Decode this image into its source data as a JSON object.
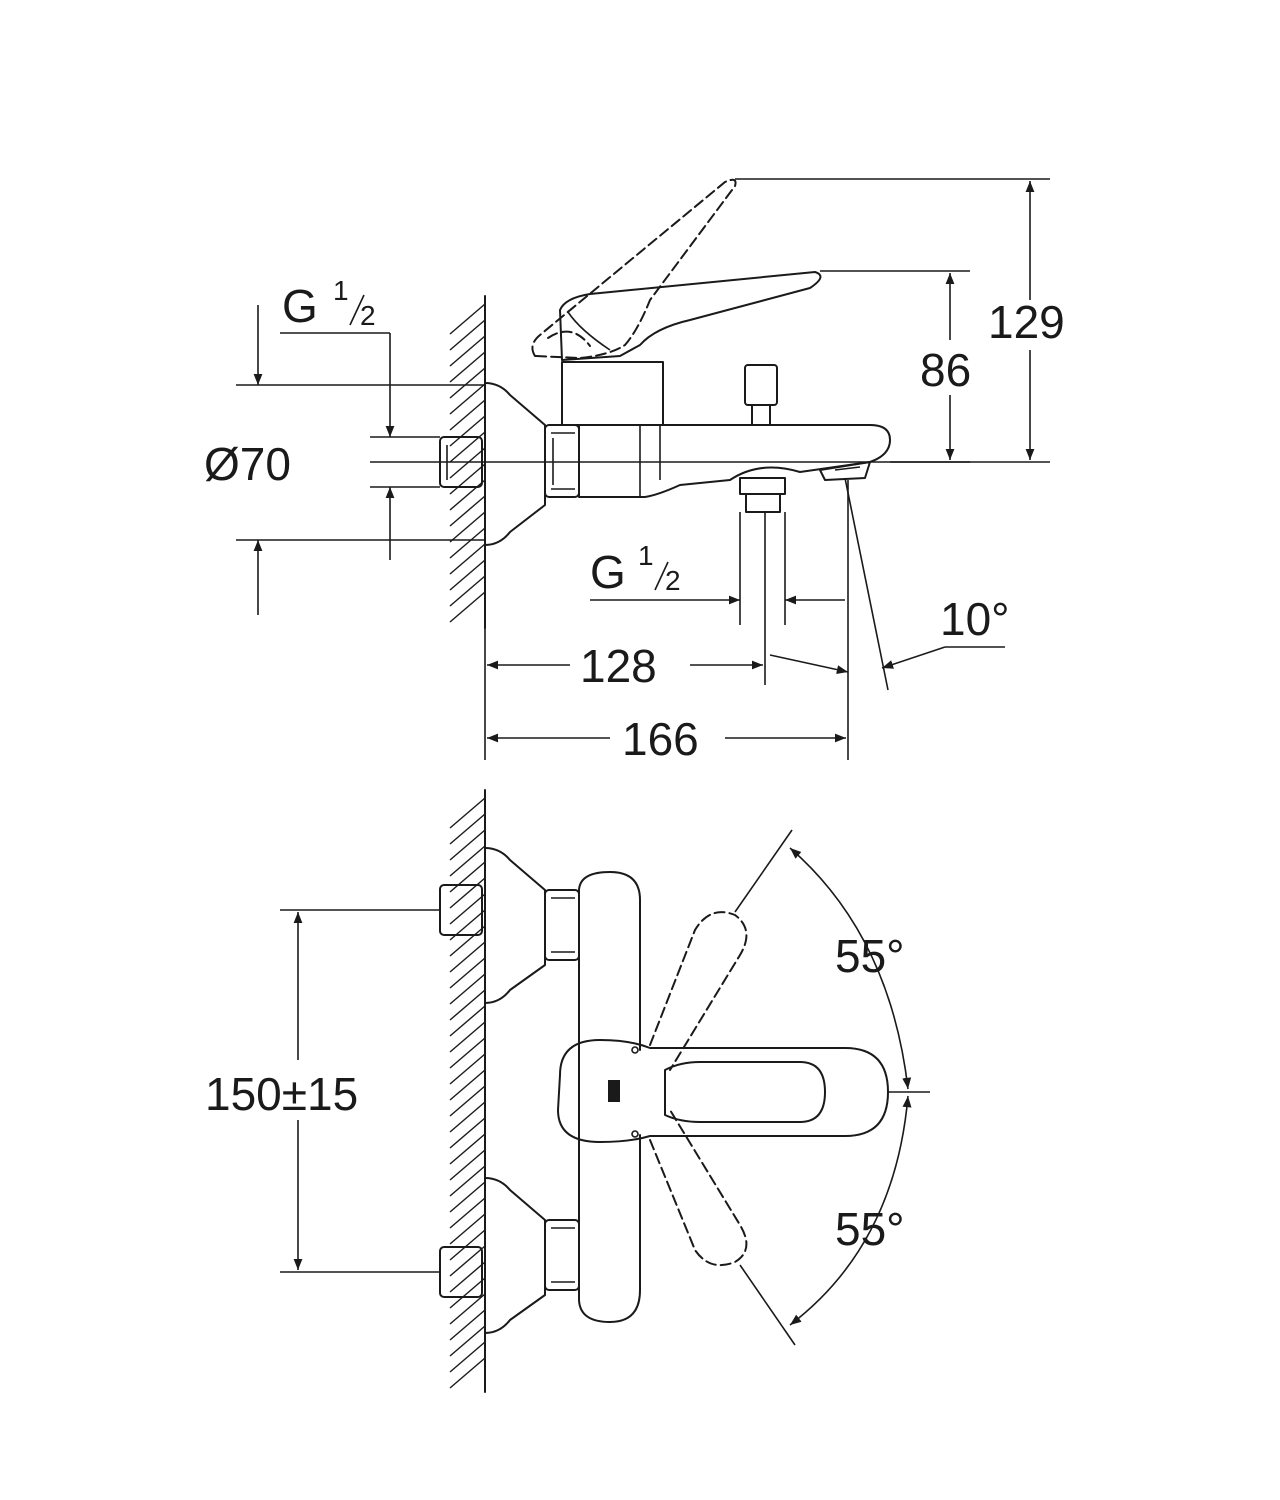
{
  "side_view": {
    "dim_height_total": "129",
    "dim_height_lever": "86",
    "dim_diameter": "Ø70",
    "dim_thread_inlet": {
      "letter": "G",
      "num": "1",
      "den": "2"
    },
    "dim_thread_outlet": {
      "letter": "G",
      "num": "1",
      "den": "2"
    },
    "dim_depth_outlet": "128",
    "dim_depth_total": "166",
    "dim_spout_angle": "10°"
  },
  "top_view": {
    "dim_inlet_spacing": "150±15",
    "dim_rotation_up": "55°",
    "dim_rotation_down": "55°"
  }
}
